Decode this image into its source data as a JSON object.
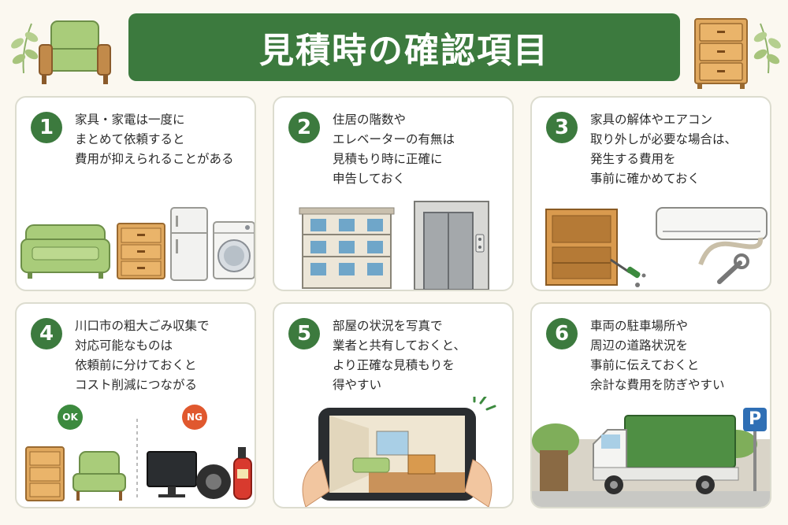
{
  "title": "見積時の確認項目",
  "colors": {
    "accent": "#3c7a3e",
    "ok": "#3c8a3e",
    "ng": "#e0582e",
    "card_border": "#dcdccf"
  },
  "cards": [
    {
      "number": "1",
      "lines": [
        "家具・家電は一度に",
        "まとめて依頼すると",
        "費用が抑えられることがある"
      ]
    },
    {
      "number": "2",
      "lines": [
        "住居の階数や",
        "エレベーターの有無は",
        "見積もり時に正確に",
        "申告しておく"
      ]
    },
    {
      "number": "3",
      "lines": [
        "家具の解体やエアコン",
        "取り外しが必要な場合は、",
        "発生する費用を",
        "事前に確かめておく"
      ]
    },
    {
      "number": "4",
      "lines": [
        "川口市の粗大ごみ収集で",
        "対応可能なものは",
        "依頼前に分けておくと",
        "コスト削減につながる"
      ],
      "ok_label": "OK",
      "ng_label": "NG"
    },
    {
      "number": "5",
      "lines": [
        "部屋の状況を写真で",
        "業者と共有しておくと、",
        "より正確な見積もりを",
        "得やすい"
      ]
    },
    {
      "number": "6",
      "lines": [
        "車両の駐車場所や",
        "周辺の道路状況を",
        "事前に伝えておくと",
        "余計な費用を防ぎやすい"
      ],
      "parking_sign": "P"
    }
  ],
  "icons": [
    "leaf-icon",
    "armchair-icon",
    "dresser-icon",
    "sofa-icon",
    "refrigerator-icon",
    "washing-machine-icon",
    "apartment-building-icon",
    "elevator-icon",
    "cabinet-icon",
    "screwdriver-icon",
    "air-conditioner-icon",
    "wrench-icon",
    "tv-icon",
    "tire-icon",
    "fire-extinguisher-icon",
    "smartphone-icon",
    "truck-icon",
    "parking-sign-icon"
  ]
}
